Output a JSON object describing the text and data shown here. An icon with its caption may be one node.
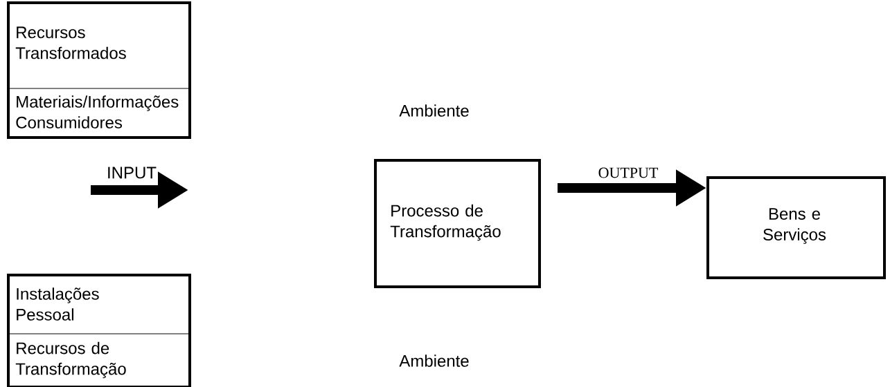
{
  "diagram": {
    "nodes": [
      {
        "text": [
          "Recursos Transformados",
          "Materiais/Informações Consumidores"
        ]
      },
      {
        "text": [
          "Instalações Pessoal",
          "Recursos de Transformação"
        ]
      },
      {
        "text": [
          "Processo de Transformação"
        ]
      },
      {
        "text": [
          "Bens e Serviços"
        ]
      }
    ],
    "edges": [
      {
        "from": 2,
        "to": 3,
        "arrow": "to",
        "label": "OUTPUT"
      }
    ],
    "labels": [
      "INPUT",
      "Ambiente",
      "Ambiente"
    ]
  }
}
